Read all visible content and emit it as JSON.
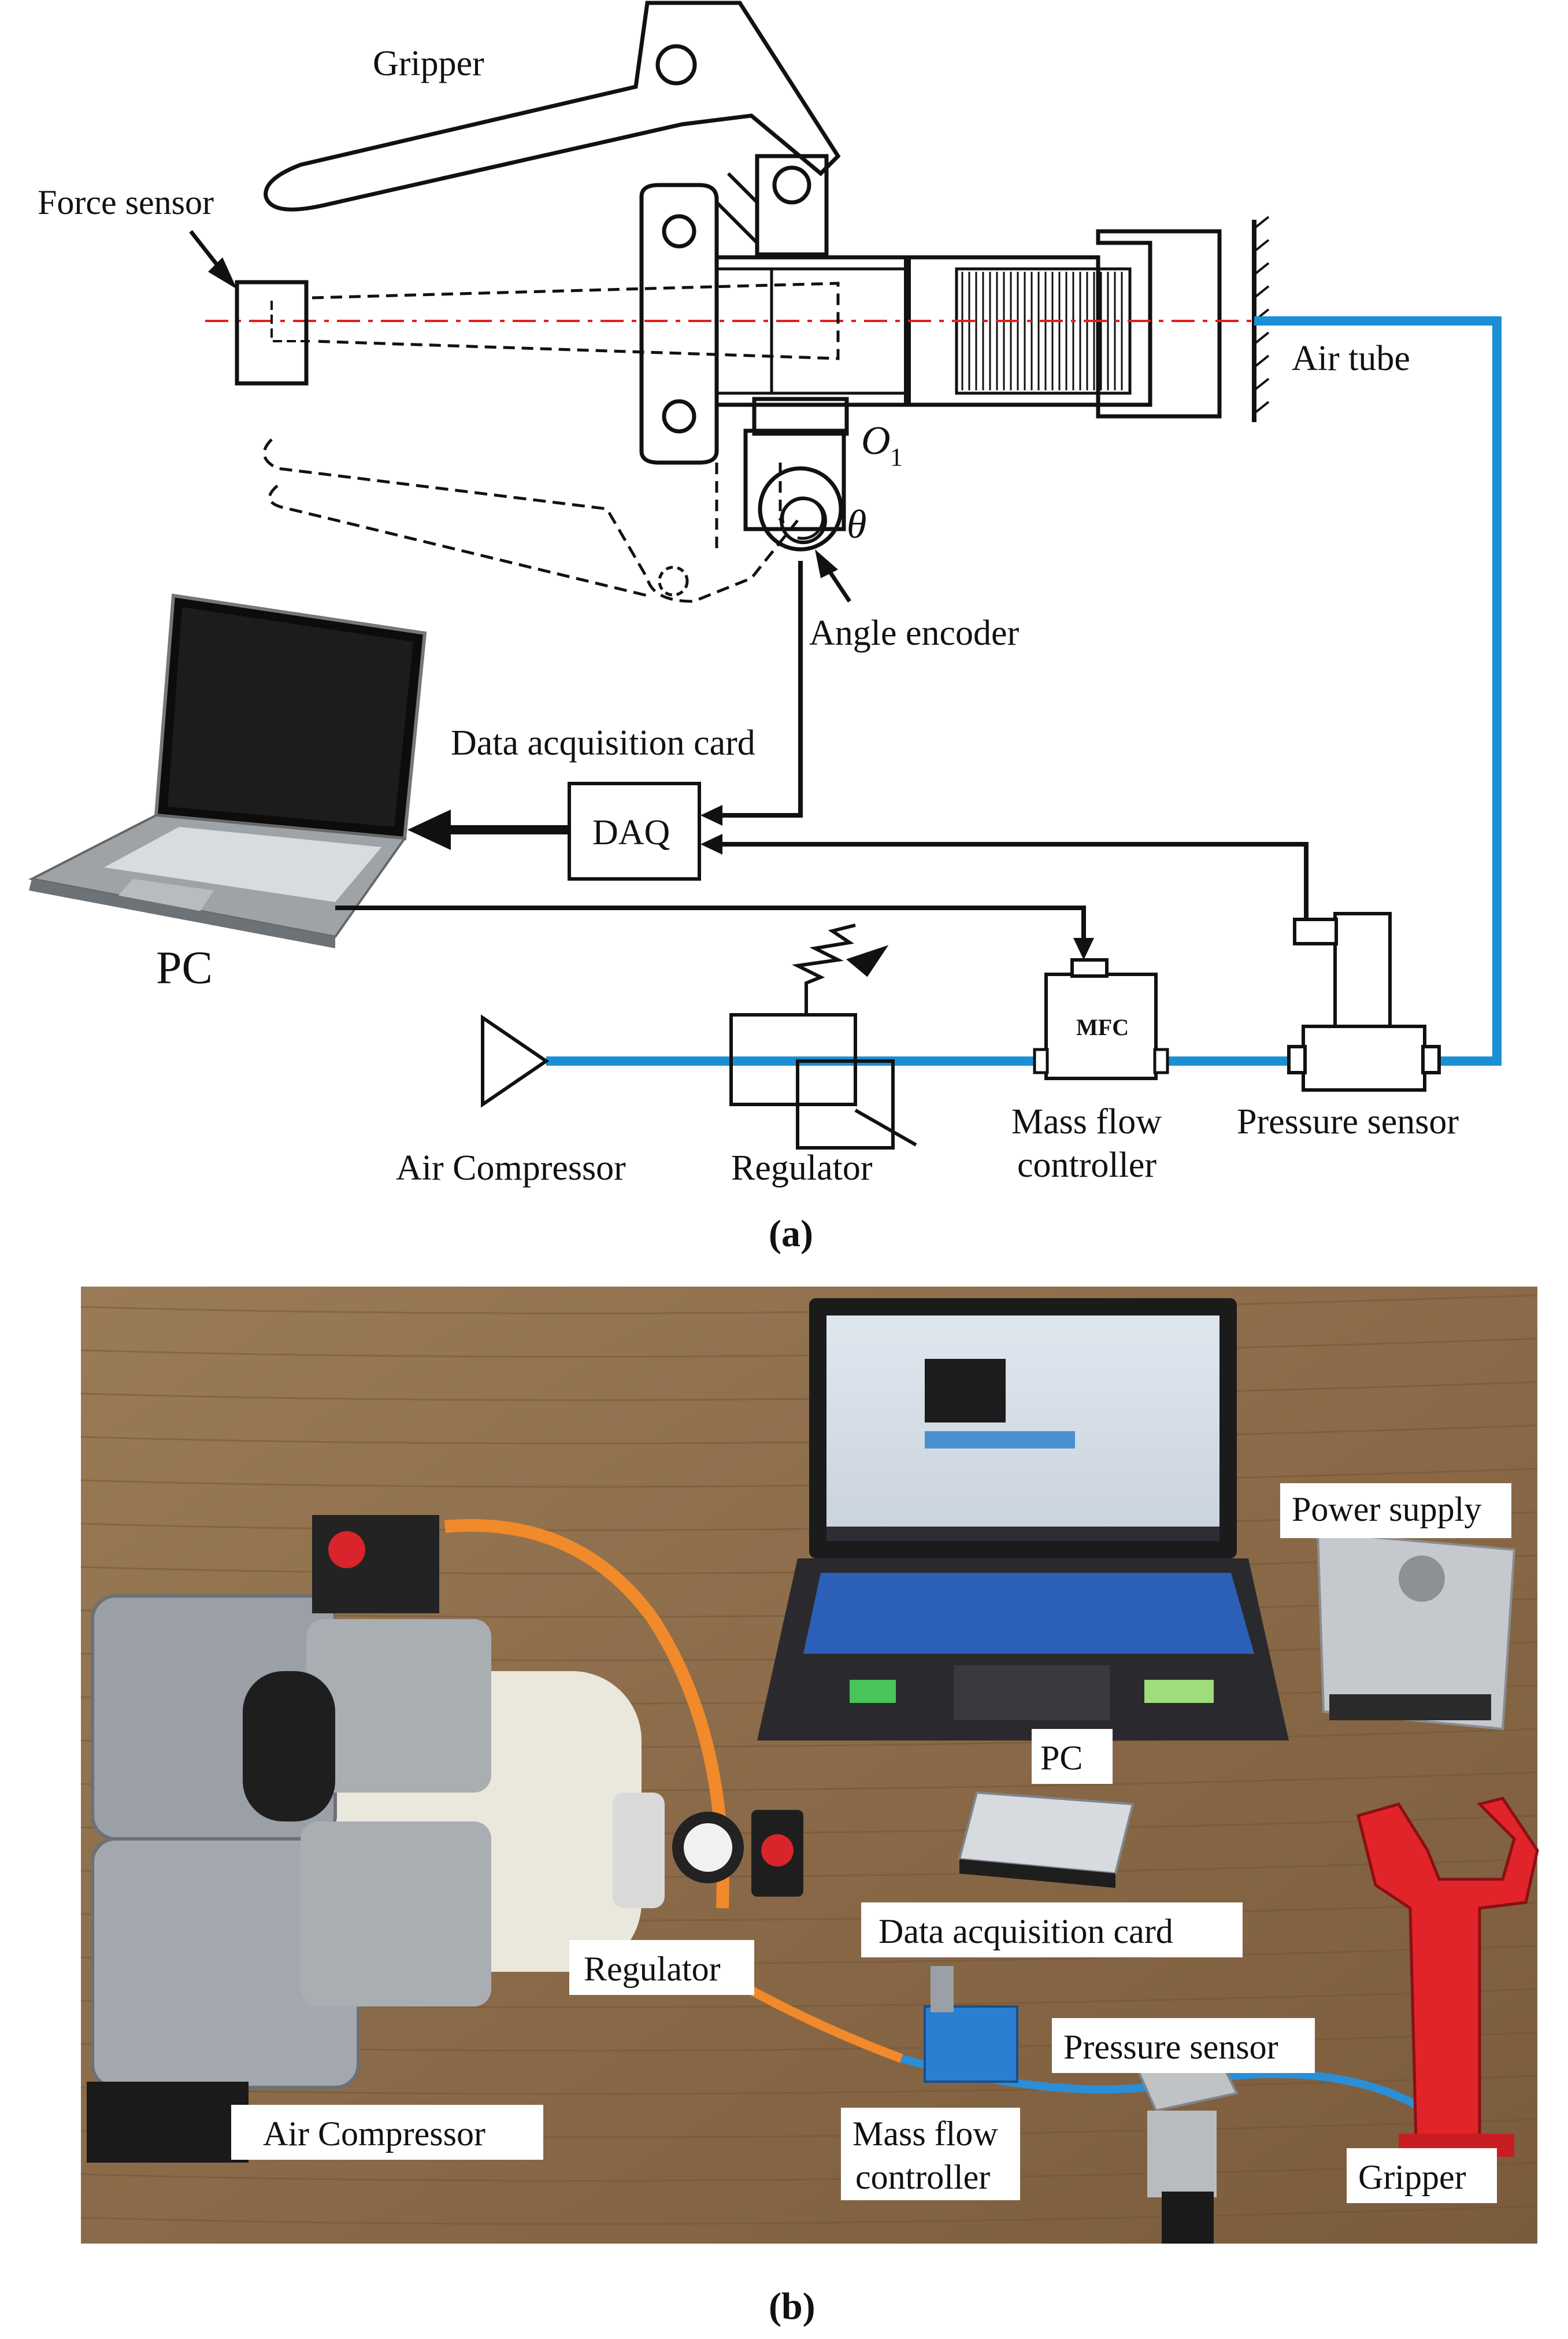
{
  "panel_a": {
    "caption": "(a)",
    "labels": {
      "gripper": "Gripper",
      "force_sensor": "Force sensor",
      "air_tube": "Air tube",
      "o1": "O",
      "o1_sub": "1",
      "theta": "θ",
      "angle_encoder": "Angle encoder",
      "data_acquisition_card": "Data acquisition card",
      "daq": "DAQ",
      "pc": "PC",
      "mfc": "MFC",
      "air_compressor": "Air Compressor",
      "regulator": "Regulator",
      "mass_flow_controller_1": "Mass flow",
      "mass_flow_controller_2": "controller",
      "pressure_sensor": "Pressure sensor"
    }
  },
  "panel_b": {
    "caption": "(b)",
    "labels": {
      "power_supply": "Power supply",
      "pc": "PC",
      "data_acquisition_card": "Data acquisition card",
      "regulator": "Regulator",
      "pressure_sensor": "Pressure sensor",
      "air_compressor": "Air Compressor",
      "mass_flow_controller_1": "Mass flow",
      "mass_flow_controller_2": "controller",
      "gripper": "Gripper"
    }
  },
  "colors": {
    "air_line": "#1a8fd6",
    "centerline": "#e02020",
    "floor": "#8a6a48",
    "gripper_photo": "#e0242a",
    "mfc_photo": "#2a7fd0"
  }
}
